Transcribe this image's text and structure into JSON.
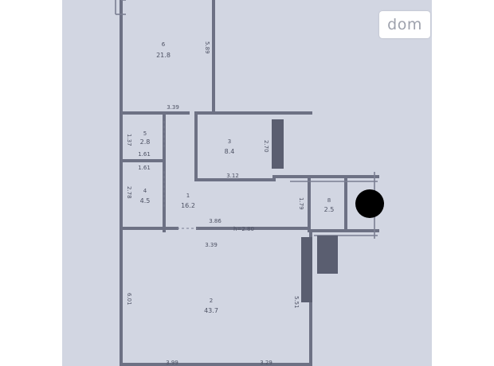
{
  "watermark": "dom",
  "rooms": [
    {
      "id": "6",
      "number": "6",
      "area": "21.8"
    },
    {
      "id": "3",
      "number": "3",
      "area": "8.4"
    },
    {
      "id": "5",
      "number": "5",
      "area": "2.8"
    },
    {
      "id": "4",
      "number": "4",
      "area": "4.5"
    },
    {
      "id": "1",
      "number": "1",
      "area": "16.2"
    },
    {
      "id": "8",
      "number": "8",
      "area": "2.5"
    },
    {
      "id": "2",
      "number": "2",
      "area": "43.7"
    }
  ],
  "dimensions": {
    "d1": "5.89",
    "d2": "3.39",
    "d3": "1.37",
    "d4": "1.61",
    "d5": "1.61",
    "d6": "2.70",
    "d7": "3.12",
    "d8": "2.78",
    "d9": "1.79",
    "d10": "3.86",
    "d11": "h=2.80",
    "d12": "3.39",
    "d13": "6.01",
    "d14": "5.51",
    "d15": "3.99",
    "d16": "3.29"
  },
  "colors": {
    "paper": "#d2d6e2",
    "ink": "#4d5163",
    "marker": "#000000"
  }
}
